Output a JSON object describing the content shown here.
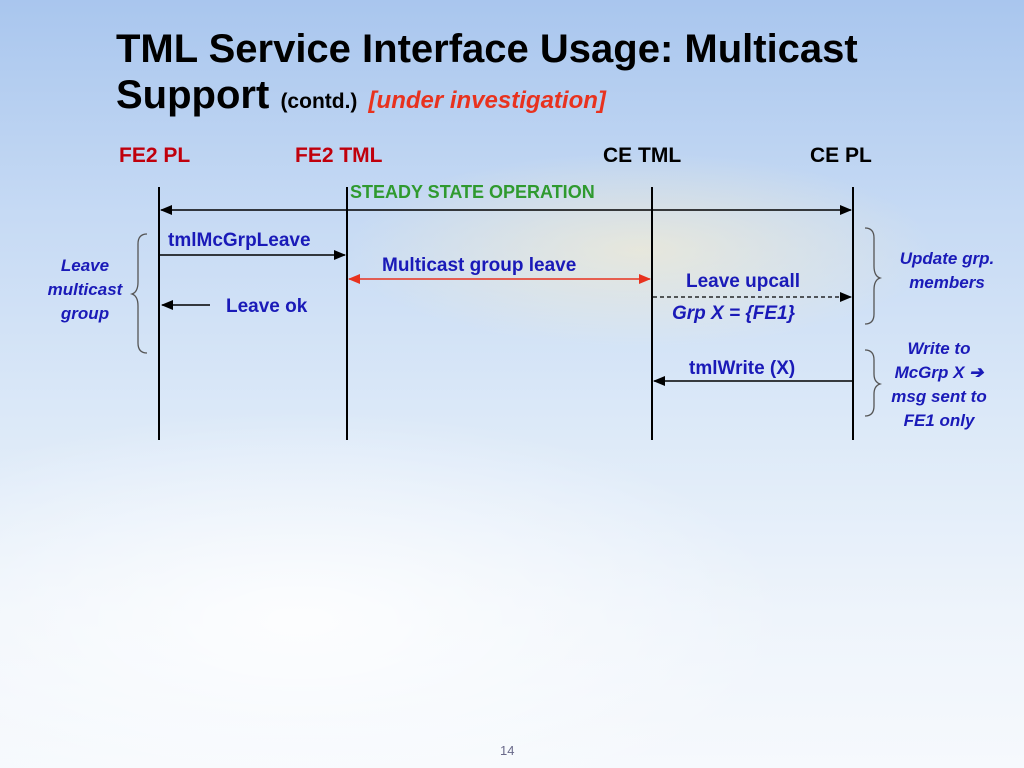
{
  "title": {
    "main": "TML Service Interface Usage: Multicast Support",
    "contd": "(contd.)",
    "status": "[under investigation]"
  },
  "entities": {
    "fe2_pl": "FE2 PL",
    "fe2_tml": "FE2 TML",
    "ce_tml": "CE TML",
    "ce_pl": "CE PL"
  },
  "steady_state": "STEADY STATE OPERATION",
  "messages": {
    "tml_mc_grp_leave": "tmlMcGrpLeave",
    "multicast_group_leave": "Multicast group leave",
    "leave_upcall": "Leave upcall",
    "grp_x": "Grp X = {FE1}",
    "leave_ok": "Leave ok",
    "tml_write": "tmlWrite (X)"
  },
  "notes": {
    "leave_multicast_group": [
      "Leave",
      "multicast",
      "group"
    ],
    "update_grp_members": [
      "Update grp.",
      "members"
    ],
    "write_to_mcgrp": [
      "Write to",
      "McGrp X ➔",
      "msg sent to",
      "FE1 only"
    ]
  },
  "colors": {
    "entity_red": "#c0000c",
    "message_blue": "#1a1ab8",
    "steady_green": "#2f9a2f",
    "status_orange": "#e8321e"
  },
  "slide_number": "14"
}
